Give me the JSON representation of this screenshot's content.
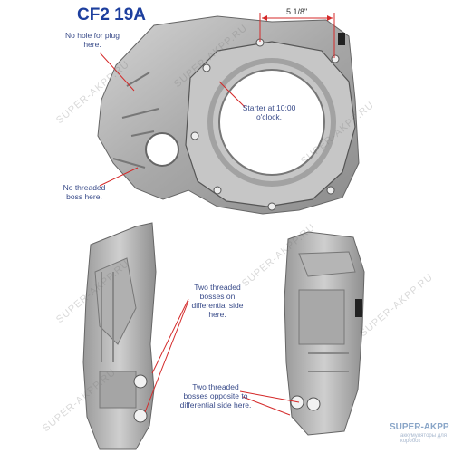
{
  "title": "CF2 19A",
  "dimension": "5 1/8\"",
  "notes": {
    "no_hole": "No hole for plug here.",
    "starter": "Starter at 10:00 o'clock.",
    "no_boss": "No threaded boss here.",
    "two_bosses_diff": "Two threaded bosses on differential side here.",
    "two_bosses_opposite": "Two threaded bosses opposite to differential side here."
  },
  "watermark": "SUPER-AKPP.RU",
  "brand": {
    "name": "SUPER-AKPP",
    "sub": "аккумуляторы для коробок"
  },
  "colors": {
    "title": "#1d3f9e",
    "note_text": "#3a4c8a",
    "leader": "#d42a2a",
    "casting": "#b9b9b9"
  }
}
